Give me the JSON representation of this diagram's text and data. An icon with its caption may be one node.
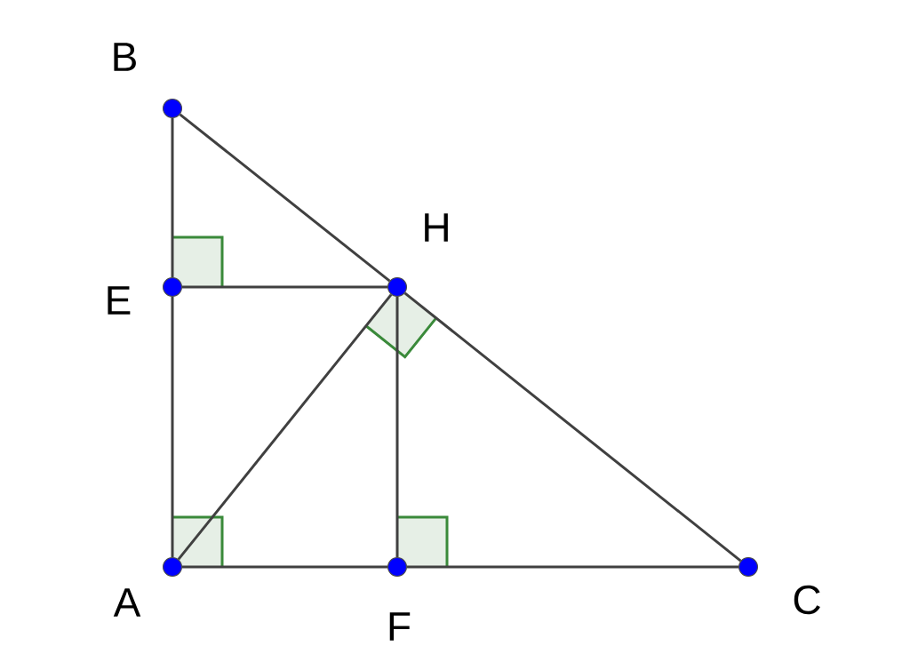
{
  "diagram": {
    "nodes": [
      {
        "text": [],
        "shape": "circle",
        "beside": [
          "B"
        ]
      },
      {
        "text": [],
        "shape": "circle",
        "beside": [
          "H"
        ]
      },
      {
        "text": [],
        "shape": "circle",
        "beside": [
          "E"
        ]
      },
      {
        "text": [],
        "shape": "circle",
        "beside": [
          "A"
        ]
      },
      {
        "text": [],
        "shape": "circle",
        "beside": [
          "F"
        ]
      },
      {
        "text": [],
        "shape": "circle",
        "beside": [
          "C"
        ]
      }
    ],
    "edges": [
      {
        "from": 0,
        "to": 2,
        "arrow": "none"
      },
      {
        "from": 2,
        "to": 3,
        "arrow": "none"
      },
      {
        "from": 0,
        "to": 1,
        "arrow": "none"
      },
      {
        "from": 1,
        "to": 5,
        "arrow": "none"
      },
      {
        "from": 2,
        "to": 1,
        "arrow": "none"
      },
      {
        "from": 3,
        "to": 1,
        "arrow": "none"
      },
      {
        "from": 1,
        "to": 4,
        "arrow": "none"
      },
      {
        "from": 3,
        "to": 4,
        "arrow": "none"
      },
      {
        "from": 4,
        "to": 5,
        "arrow": "none"
      }
    ]
  }
}
